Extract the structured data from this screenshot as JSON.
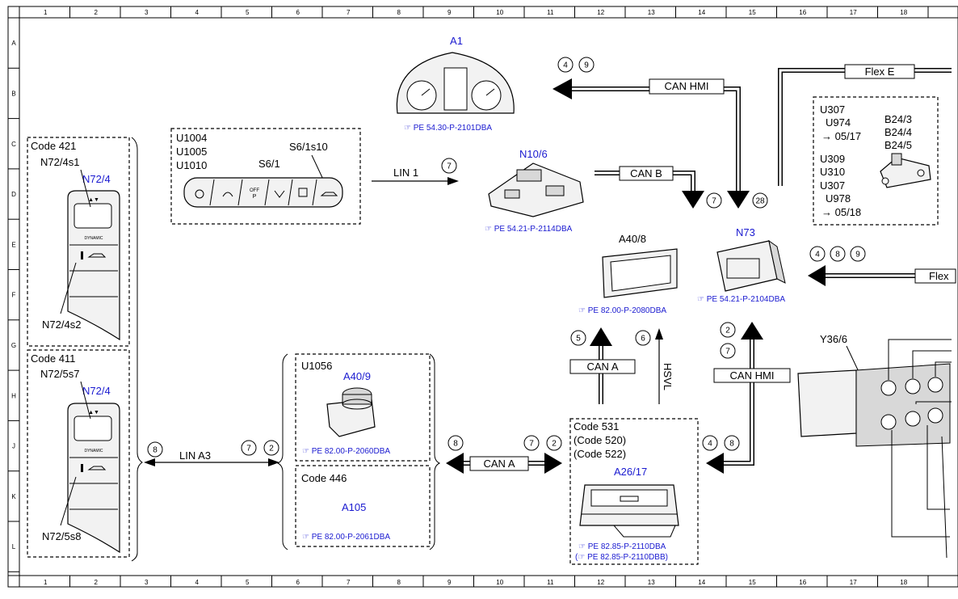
{
  "grid": {
    "cols": [
      "1",
      "2",
      "3",
      "4",
      "5",
      "6",
      "7",
      "8",
      "9",
      "10",
      "11",
      "12",
      "13",
      "14",
      "15",
      "16",
      "17",
      "18"
    ],
    "rows": [
      "A",
      "B",
      "C",
      "D",
      "E",
      "F",
      "G",
      "H",
      "J",
      "K",
      "L"
    ]
  },
  "components": {
    "a1": {
      "label": "A1",
      "ref": "PE 54.30-P-2101DBA"
    },
    "n10_6": {
      "label": "N10/6",
      "ref": "PE 54.21-P-2114DBA"
    },
    "a40_8": {
      "label": "A40/8",
      "ref": "PE 82.00-P-2080DBA"
    },
    "n73": {
      "label": "N73",
      "ref": "PE 54.21-P-2104DBA"
    },
    "a40_9": {
      "label": "A40/9",
      "ref": "PE 82.00-P-2060DBA"
    },
    "a105": {
      "label": "A105",
      "ref": "PE 82.00-P-2061DBA"
    },
    "a26_17": {
      "label": "A26/17",
      "ref1": "PE 82.85-P-2110DBA",
      "ref2": "PE 82.85-P-2110DBB"
    },
    "y36_6": {
      "label": "Y36/6"
    }
  },
  "groups": {
    "code421": {
      "title": "Code 421",
      "part": "N72/4",
      "top": "N72/4s1",
      "bottom": "N72/4s2",
      "switch_text": "DYNAMIC"
    },
    "code411": {
      "title": "Code 411",
      "part": "N72/4",
      "top": "N72/5s7",
      "bottom": "N72/5s8",
      "switch_text": "DYNAMIC"
    },
    "u1004": {
      "codes": [
        "U1004",
        "U1005",
        "U1010"
      ],
      "s6_1": "S6/1",
      "s6_1s10": "S6/1s10",
      "off_text": "OFF"
    },
    "u1056": {
      "title": "U1056"
    },
    "code446": {
      "title": "Code 446"
    },
    "code531": {
      "lines": [
        "Code 531",
        "(Code 520)",
        "(Code 522)"
      ]
    },
    "b24": {
      "codes_a": [
        "U307",
        "U974",
        "→ 05/17"
      ],
      "codes_b": [
        "U309",
        "U310",
        "U307",
        "U978",
        "→ 05/18"
      ],
      "parts": [
        "B24/3",
        "B24/4",
        "B24/5"
      ]
    }
  },
  "buses": {
    "can_hmi_1": "CAN HMI",
    "can_hmi_2": "CAN HMI",
    "flex_e": "Flex E",
    "flex": "Flex",
    "can_b": "CAN B",
    "lin_1": "LIN 1",
    "can_a_1": "CAN A",
    "can_a_2": "CAN A",
    "hsvl": "HSVL",
    "lin_a3": "LIN A3"
  },
  "circles": {
    "c1": "4",
    "c2": "9",
    "c3": "7",
    "c4": "7",
    "c5": "28",
    "c6": "4",
    "c7": "8",
    "c8": "9",
    "c9": "2",
    "c10": "7",
    "c11": "5",
    "c12": "6",
    "c13": "4",
    "c14": "8",
    "c15": "8",
    "c16": "7",
    "c17": "2",
    "c18": "8",
    "c19": "7",
    "c20": "2"
  }
}
